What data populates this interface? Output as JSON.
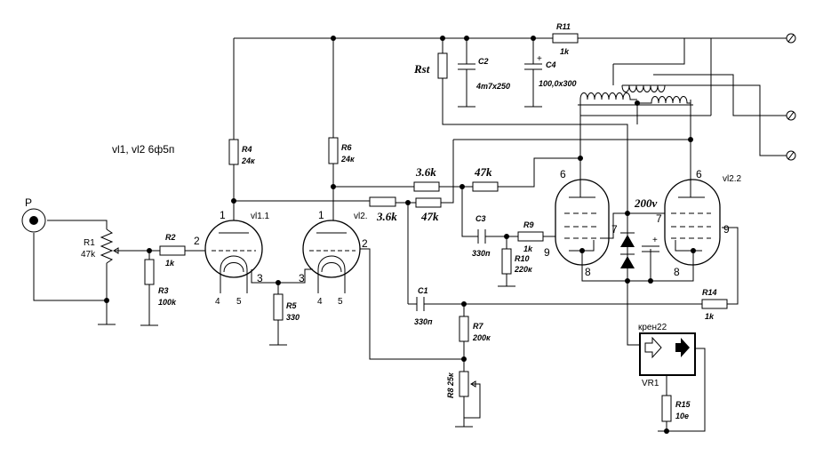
{
  "tubes_note": "vl1, vl2 6ф5п",
  "input": {
    "label": "P"
  },
  "tubes": {
    "vl1_1": "vl1.1",
    "vl2_1": "vl2.",
    "vl2_2": "vl2.2"
  },
  "pins": {
    "one": "1",
    "two": "2",
    "three": "3",
    "four": "4",
    "five": "5",
    "six": "6",
    "seven": "7",
    "eight": "8",
    "nine": "9"
  },
  "components": {
    "R1": {
      "ref": "R1",
      "value": "47k"
    },
    "R2": {
      "ref": "R2",
      "value": "1k"
    },
    "R3": {
      "ref": "R3",
      "value": "100k"
    },
    "R4": {
      "ref": "R4",
      "value": "24к"
    },
    "R5": {
      "ref": "R5",
      "value": "330"
    },
    "R6": {
      "ref": "R6",
      "value": "24к"
    },
    "R7": {
      "ref": "R7",
      "value": "200к"
    },
    "R8": {
      "ref": "R8 25к"
    },
    "R9": {
      "ref": "R9",
      "value": "1k"
    },
    "R10": {
      "ref": "R10",
      "value": "220к"
    },
    "R11": {
      "ref": "R11",
      "value": "1k"
    },
    "R14": {
      "ref": "R14",
      "value": "1k"
    },
    "R15": {
      "ref": "R15",
      "value": "10e"
    },
    "Rst": {
      "ref": "Rst"
    },
    "C1": {
      "ref": "C1",
      "value": "330п"
    },
    "C2": {
      "ref": "C2",
      "value": "4m7x250"
    },
    "C3": {
      "ref": "C3",
      "value": "330п"
    },
    "C4": {
      "ref": "C4",
      "value": "100,0x300",
      "polarity": "+"
    },
    "C5": {
      "polarity": "+"
    }
  },
  "feedback": {
    "r_a": "3.6k",
    "r_b": "47k",
    "r_c": "3.6k",
    "r_d": "47k"
  },
  "bias_voltage": "200v",
  "regulator": {
    "ic": "крен22",
    "ref": "VR1"
  }
}
